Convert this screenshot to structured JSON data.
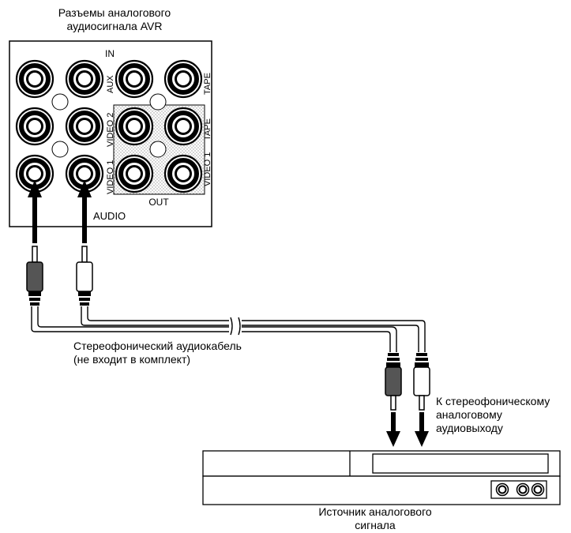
{
  "title_line1": "Разъемы аналогового",
  "title_line2": "аудиосигнала AVR",
  "panel": {
    "in_label": "IN",
    "out_label": "OUT",
    "audio_label": "AUDIO",
    "jack_labels": {
      "aux": "AUX",
      "tape_in": "TAPE",
      "video2": "VIDEO 2",
      "tape_out": "TAPE",
      "video1_in": "VIDEO 1",
      "video1_out": "VIDEO 1"
    }
  },
  "cable_label_line1": "Стереофонический аудиокабель",
  "cable_label_line2": "(не входит в комплект)",
  "output_label_line1": "К стереофоническому",
  "output_label_line2": "аналоговому",
  "output_label_line3": "аудиовыходу",
  "source_label_line1": "Источник аналогового",
  "source_label_line2": "сигнала"
}
